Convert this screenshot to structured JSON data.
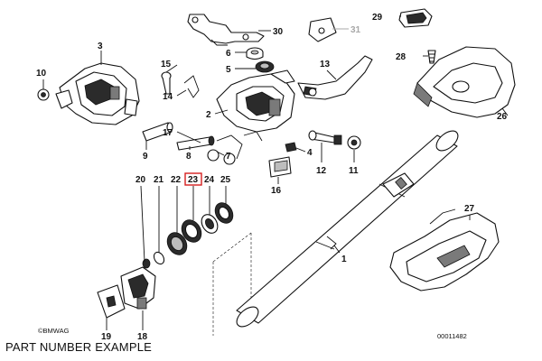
{
  "diagram": {
    "callouts": {
      "c1": "1",
      "c2": "2",
      "c3": "3",
      "c4": "4",
      "c5": "5",
      "c6": "6",
      "c7": "7",
      "c8": "8",
      "c9": "9",
      "c10": "10",
      "c11": "11",
      "c12": "12",
      "c13": "13",
      "c14": "14",
      "c15": "15",
      "c16": "16",
      "c17": "17",
      "c18": "18",
      "c19": "19",
      "c20": "20",
      "c21": "21",
      "c22": "22",
      "c23": "23",
      "c24": "24",
      "c25": "25",
      "c26": "26",
      "c27": "27",
      "c28": "28",
      "c29": "29",
      "c30": "30",
      "c31": "31"
    },
    "highlighted_part": "23",
    "highlight_color": "#d61f1f",
    "copyright": "©BMWAG",
    "drawing_number": "00011482"
  },
  "caption": "PART NUMBER EXAMPLE"
}
